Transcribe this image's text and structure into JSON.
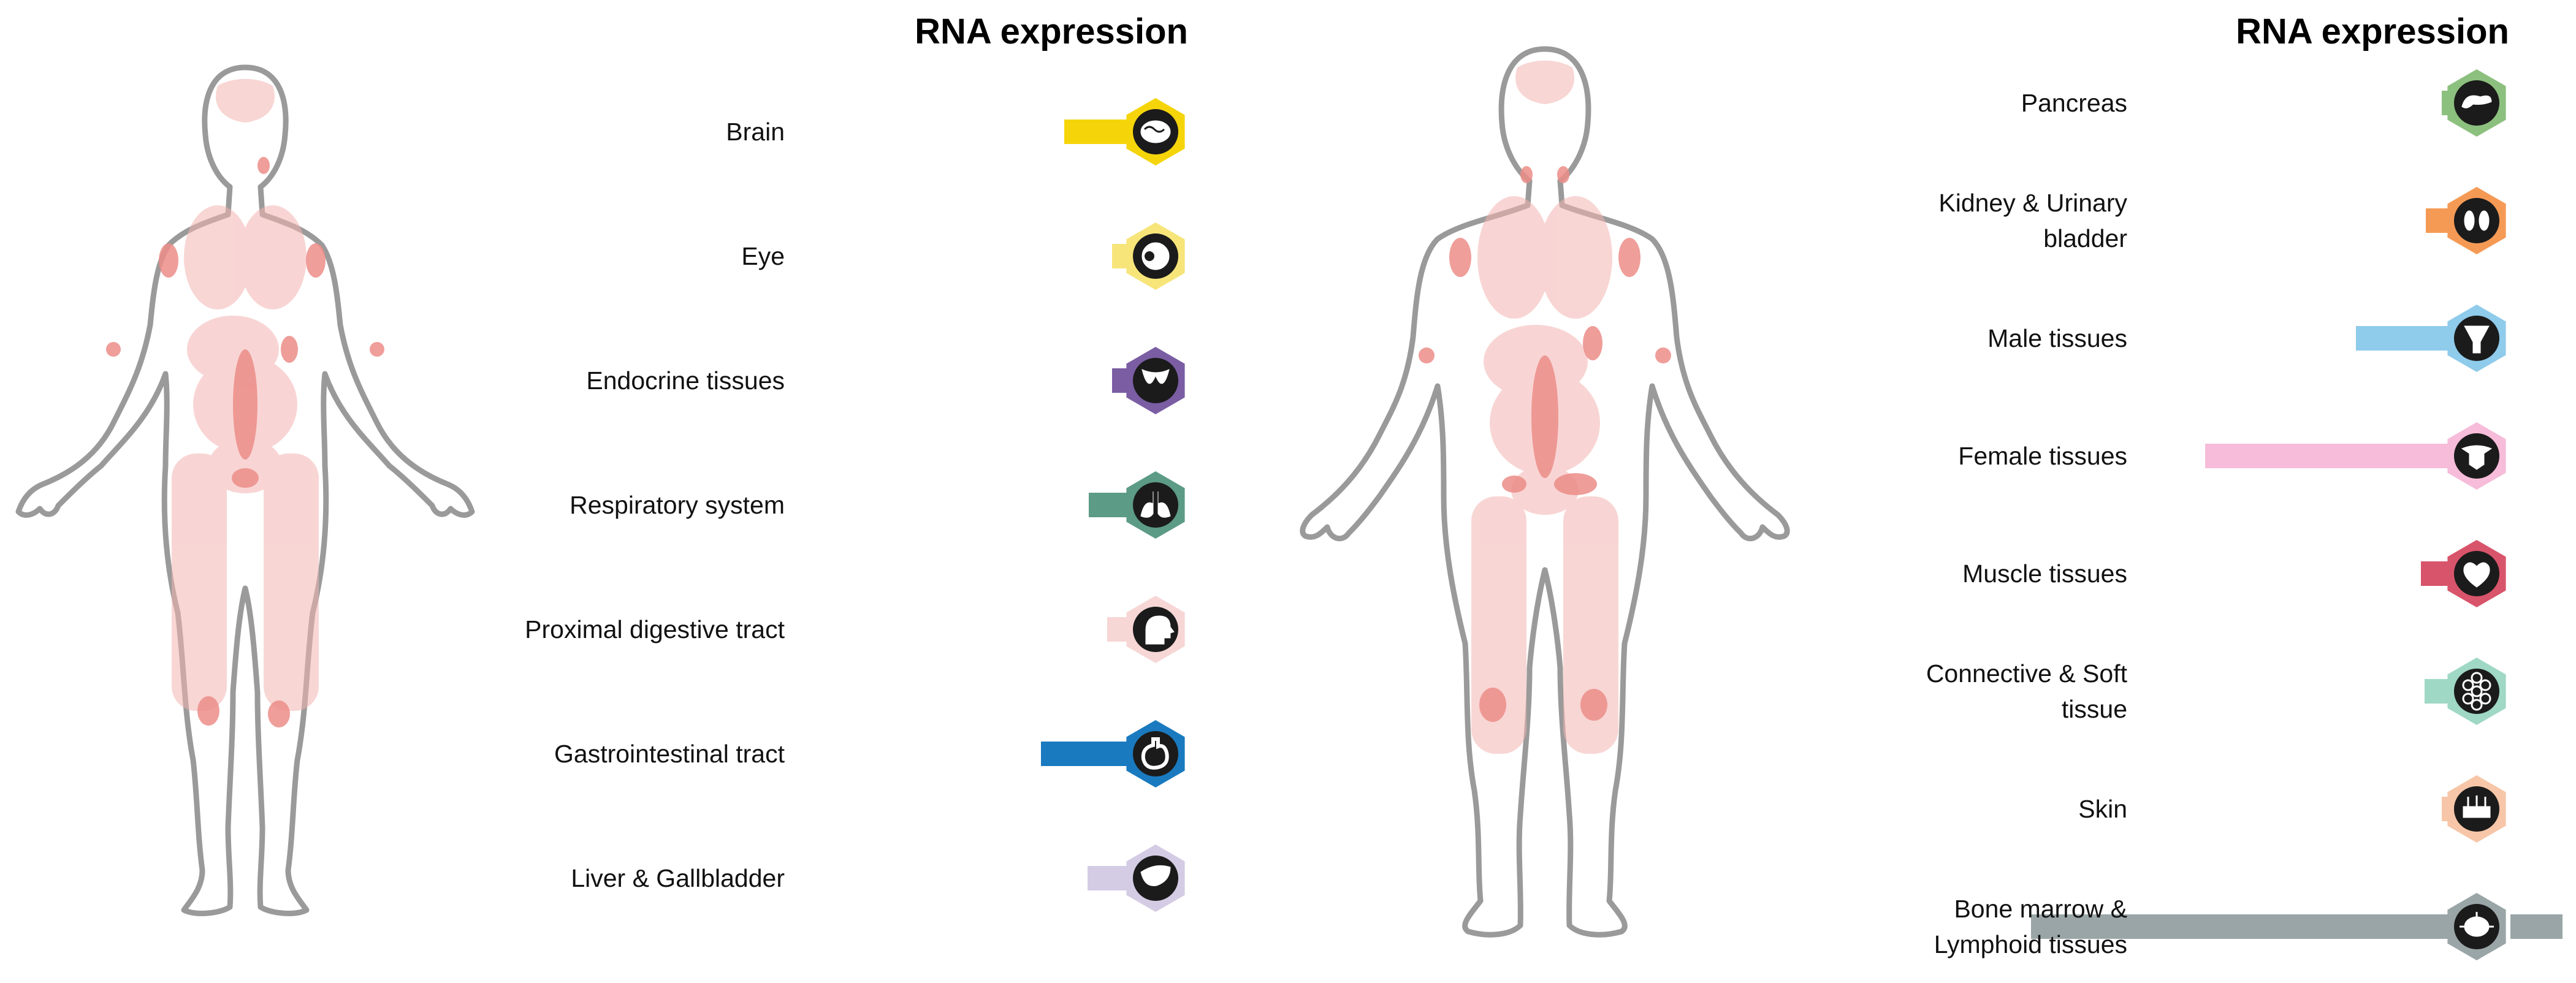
{
  "chart_data": [
    {
      "type": "bar",
      "title": "RNA expression",
      "categories": [
        "Brain",
        "Eye",
        "Endocrine tissues",
        "Respiratory system",
        "Proximal digestive tract",
        "Gastrointestinal tract",
        "Liver & Gallbladder"
      ],
      "values": [
        5.2,
        1.3,
        1.3,
        3.2,
        1.7,
        7.1,
        3.3
      ],
      "colors": [
        "#f5d50a",
        "#f7e57a",
        "#7a5da3",
        "#5c9b86",
        "#f7d6d6",
        "#1a7abf",
        "#d4cbe4"
      ],
      "icons": [
        "brain-icon",
        "eye-icon",
        "thyroid-icon",
        "lungs-icon",
        "head-profile-icon",
        "stomach-icon",
        "liver-icon"
      ]
    },
    {
      "type": "bar",
      "title": "RNA expression",
      "categories": [
        "Pancreas",
        "Kidney & Urinary bladder",
        "Male tissues",
        "Female tissues",
        "Muscle tissues",
        "Connective & Soft tissue",
        "Skin",
        "Bone marrow & Lymphoid tissues"
      ],
      "values": [
        0.5,
        1.8,
        7.5,
        19.8,
        2.2,
        1.9,
        0.5,
        34
      ],
      "colors": [
        "#8cc07e",
        "#f59a55",
        "#8fcbeb",
        "#f6bcd9",
        "#d8546a",
        "#9fd8c5",
        "#f7c6a8",
        "#9aa5a7"
      ],
      "icons": [
        "pancreas-icon",
        "kidney-icon",
        "male-reproductive-icon",
        "female-reproductive-icon",
        "heart-muscle-icon",
        "cells-icon",
        "skin-icon",
        "lymph-node-icon"
      ]
    }
  ],
  "colors": {
    "body_outline": "#9a9a9a",
    "organ": "#f3b4b1",
    "organ_dark": "#ec8d88",
    "icon_disc": "#1b1b1b"
  }
}
